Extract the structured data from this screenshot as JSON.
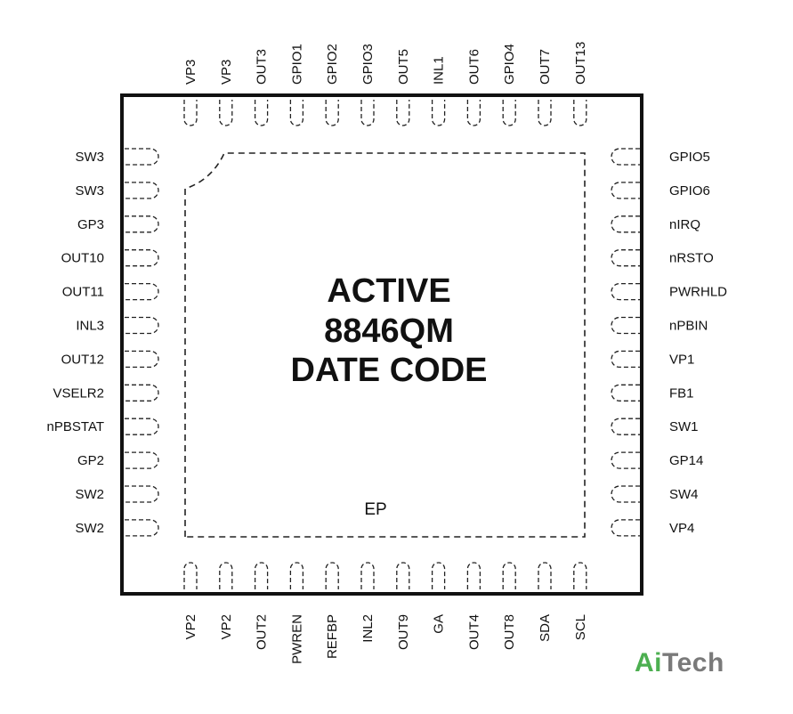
{
  "chip": {
    "marking": [
      "ACTIVE",
      "8846QM",
      "DATE CODE"
    ],
    "pad_label": "EP"
  },
  "pins": {
    "top": [
      "VP3",
      "VP3",
      "OUT3",
      "GPIO1",
      "GPIO2",
      "GPIO3",
      "OUT5",
      "INL1",
      "OUT6",
      "GPIO4",
      "OUT7",
      "OUT13"
    ],
    "bottom": [
      "VP2",
      "VP2",
      "OUT2",
      "PWREN",
      "REFBP",
      "INL2",
      "OUT9",
      "GA",
      "OUT4",
      "OUT8",
      "SDA",
      "SCL"
    ],
    "left": [
      "SW3",
      "SW3",
      "GP3",
      "OUT10",
      "OUT11",
      "INL3",
      "OUT12",
      "VSELR2",
      "nPBSTAT",
      "GP2",
      "SW2",
      "SW2"
    ],
    "right": [
      "GPIO5",
      "GPIO6",
      "nIRQ",
      "nRSTO",
      "PWRHLD",
      "nPBIN",
      "VP1",
      "FB1",
      "SW1",
      "GP14",
      "SW4",
      "VP4"
    ]
  },
  "brand": {
    "prefix": "Ai",
    "suffix": "Tech",
    "prefix_color": "#4caf50",
    "suffix_color": "#7a7a7a"
  },
  "colors": {
    "ink": "#111111",
    "pad_stroke": "#222222"
  }
}
